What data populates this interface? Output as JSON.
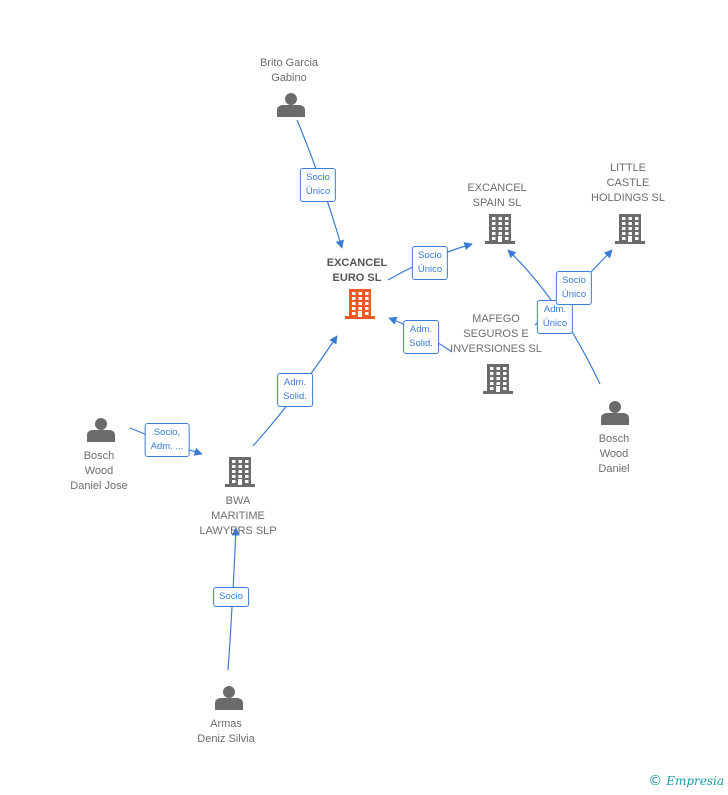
{
  "colors": {
    "edge": "#3b7bd4",
    "node": "#6b6b6b",
    "focus": "#ee5a24"
  },
  "nodes": [
    {
      "id": "brito",
      "kind": "person",
      "label": "Brito Garcia\nGabino"
    },
    {
      "id": "excancel-euro",
      "kind": "company-focus",
      "label": "EXCANCEL\nEURO SL"
    },
    {
      "id": "excancel-spain",
      "kind": "company",
      "label": "EXCANCEL\nSPAIN SL"
    },
    {
      "id": "little-castle",
      "kind": "company",
      "label": "LITTLE\nCASTLE\nHOLDINGS  SL"
    },
    {
      "id": "mafego",
      "kind": "company",
      "label": "MAFEGO\nSEGUROS E\nINVERSIONES SL"
    },
    {
      "id": "bosch-daniel",
      "kind": "person",
      "label": "Bosch\nWood\nDaniel"
    },
    {
      "id": "bosch-jose",
      "kind": "person",
      "label": "Bosch\nWood\nDaniel Jose"
    },
    {
      "id": "bwa",
      "kind": "company",
      "label": "BWA\nMARITIME\nLAWYERS SLP"
    },
    {
      "id": "armas",
      "kind": "person",
      "label": "Armas\nDeniz Silvia"
    }
  ],
  "edges": [
    {
      "from": "brito",
      "to": "excancel-euro",
      "label": "Socio\nÚnico"
    },
    {
      "from": "excancel-euro",
      "to": "excancel-spain",
      "label": "Socio\nÚnico"
    },
    {
      "from": "mafego",
      "to": "excancel-euro",
      "label": "Adm.\nSolid."
    },
    {
      "from": "bwa",
      "to": "excancel-euro",
      "label": "Adm.\nSolid."
    },
    {
      "from": "bosch-jose",
      "to": "bwa",
      "label": "Socio,\nAdm. ..."
    },
    {
      "from": "armas",
      "to": "bwa",
      "label": "Socio"
    },
    {
      "from": "bosch-daniel",
      "to": "excancel-spain",
      "label": "Adm.\nÚnico"
    },
    {
      "from": "mafego",
      "to": "little-castle",
      "label": "Socio\nÚnico"
    }
  ],
  "brand": {
    "name": "Empresia",
    "symbol": "©"
  }
}
